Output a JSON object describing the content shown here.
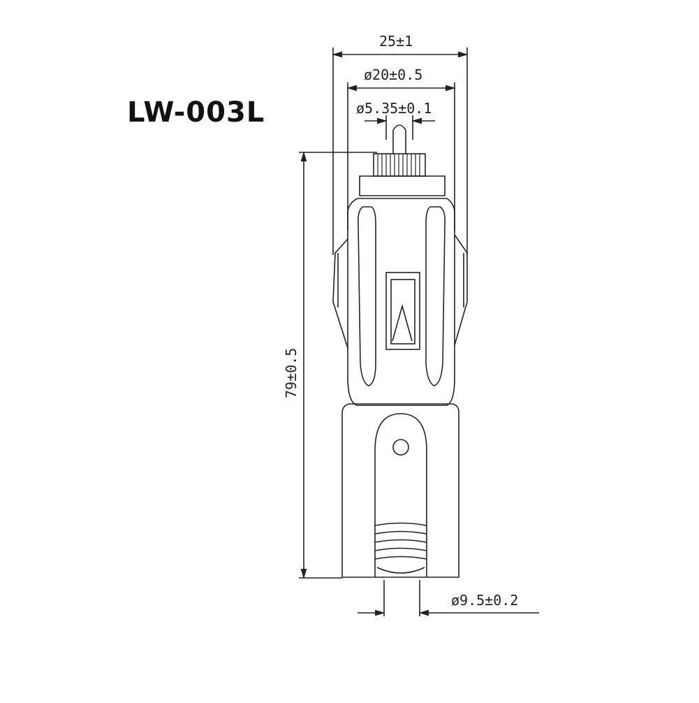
{
  "title": {
    "model": "LW-003L"
  },
  "dimensions": {
    "overall_width": "25±1",
    "body_diameter": "ø20±0.5",
    "tip_diameter": "ø5.35±0.1",
    "overall_length": "79±0.5",
    "cable_diameter": "ø9.5±0.2"
  },
  "colors": {
    "line": "#222222",
    "background": "#ffffff"
  }
}
